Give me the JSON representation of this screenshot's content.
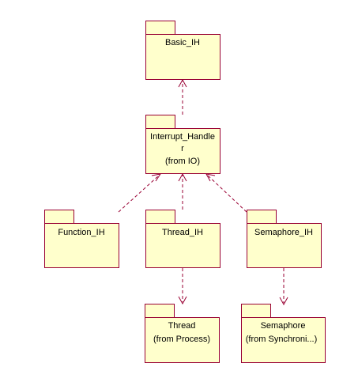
{
  "colors": {
    "package_fill": "#ffffcc",
    "package_stroke": "#990033",
    "dependency_line": "#990033",
    "text": "#000000"
  },
  "packages": {
    "basic_ih": {
      "name": "Basic_IH"
    },
    "interrupt_handler": {
      "name_line1": "Interrupt_Handle",
      "name_line2": "r",
      "from": "(from IO)"
    },
    "function_ih": {
      "name": "Function_IH"
    },
    "thread_ih": {
      "name": "Thread_IH"
    },
    "semaphore_ih": {
      "name": "Semaphore_IH"
    },
    "thread": {
      "name": "Thread",
      "from": "(from Process)"
    },
    "semaphore": {
      "name": "Semaphore",
      "from": "(from Synchroni...)"
    }
  },
  "dependencies": [
    {
      "from": "Interrupt_Handler",
      "to": "Basic_IH"
    },
    {
      "from": "Function_IH",
      "to": "Interrupt_Handler"
    },
    {
      "from": "Thread_IH",
      "to": "Interrupt_Handler"
    },
    {
      "from": "Semaphore_IH",
      "to": "Interrupt_Handler"
    },
    {
      "from": "Thread_IH",
      "to": "Thread"
    },
    {
      "from": "Semaphore_IH",
      "to": "Semaphore"
    }
  ]
}
